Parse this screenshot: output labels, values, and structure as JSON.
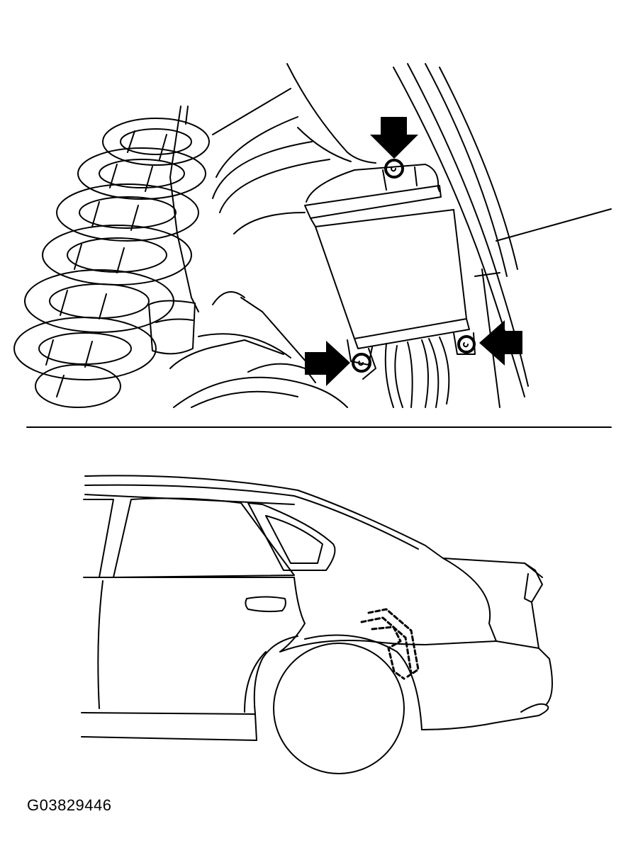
{
  "figure": {
    "id_label": "G03829446",
    "line_color": "#000000",
    "background": "#ffffff"
  },
  "callouts": [
    {
      "name": "top-bolt-arrow",
      "direction": "down"
    },
    {
      "name": "left-bolt-arrow",
      "direction": "right"
    },
    {
      "name": "right-bolt-arrow",
      "direction": "left"
    }
  ],
  "icons": [
    "arrow-down-icon",
    "arrow-right-icon",
    "arrow-left-icon",
    "bolt-icon"
  ]
}
